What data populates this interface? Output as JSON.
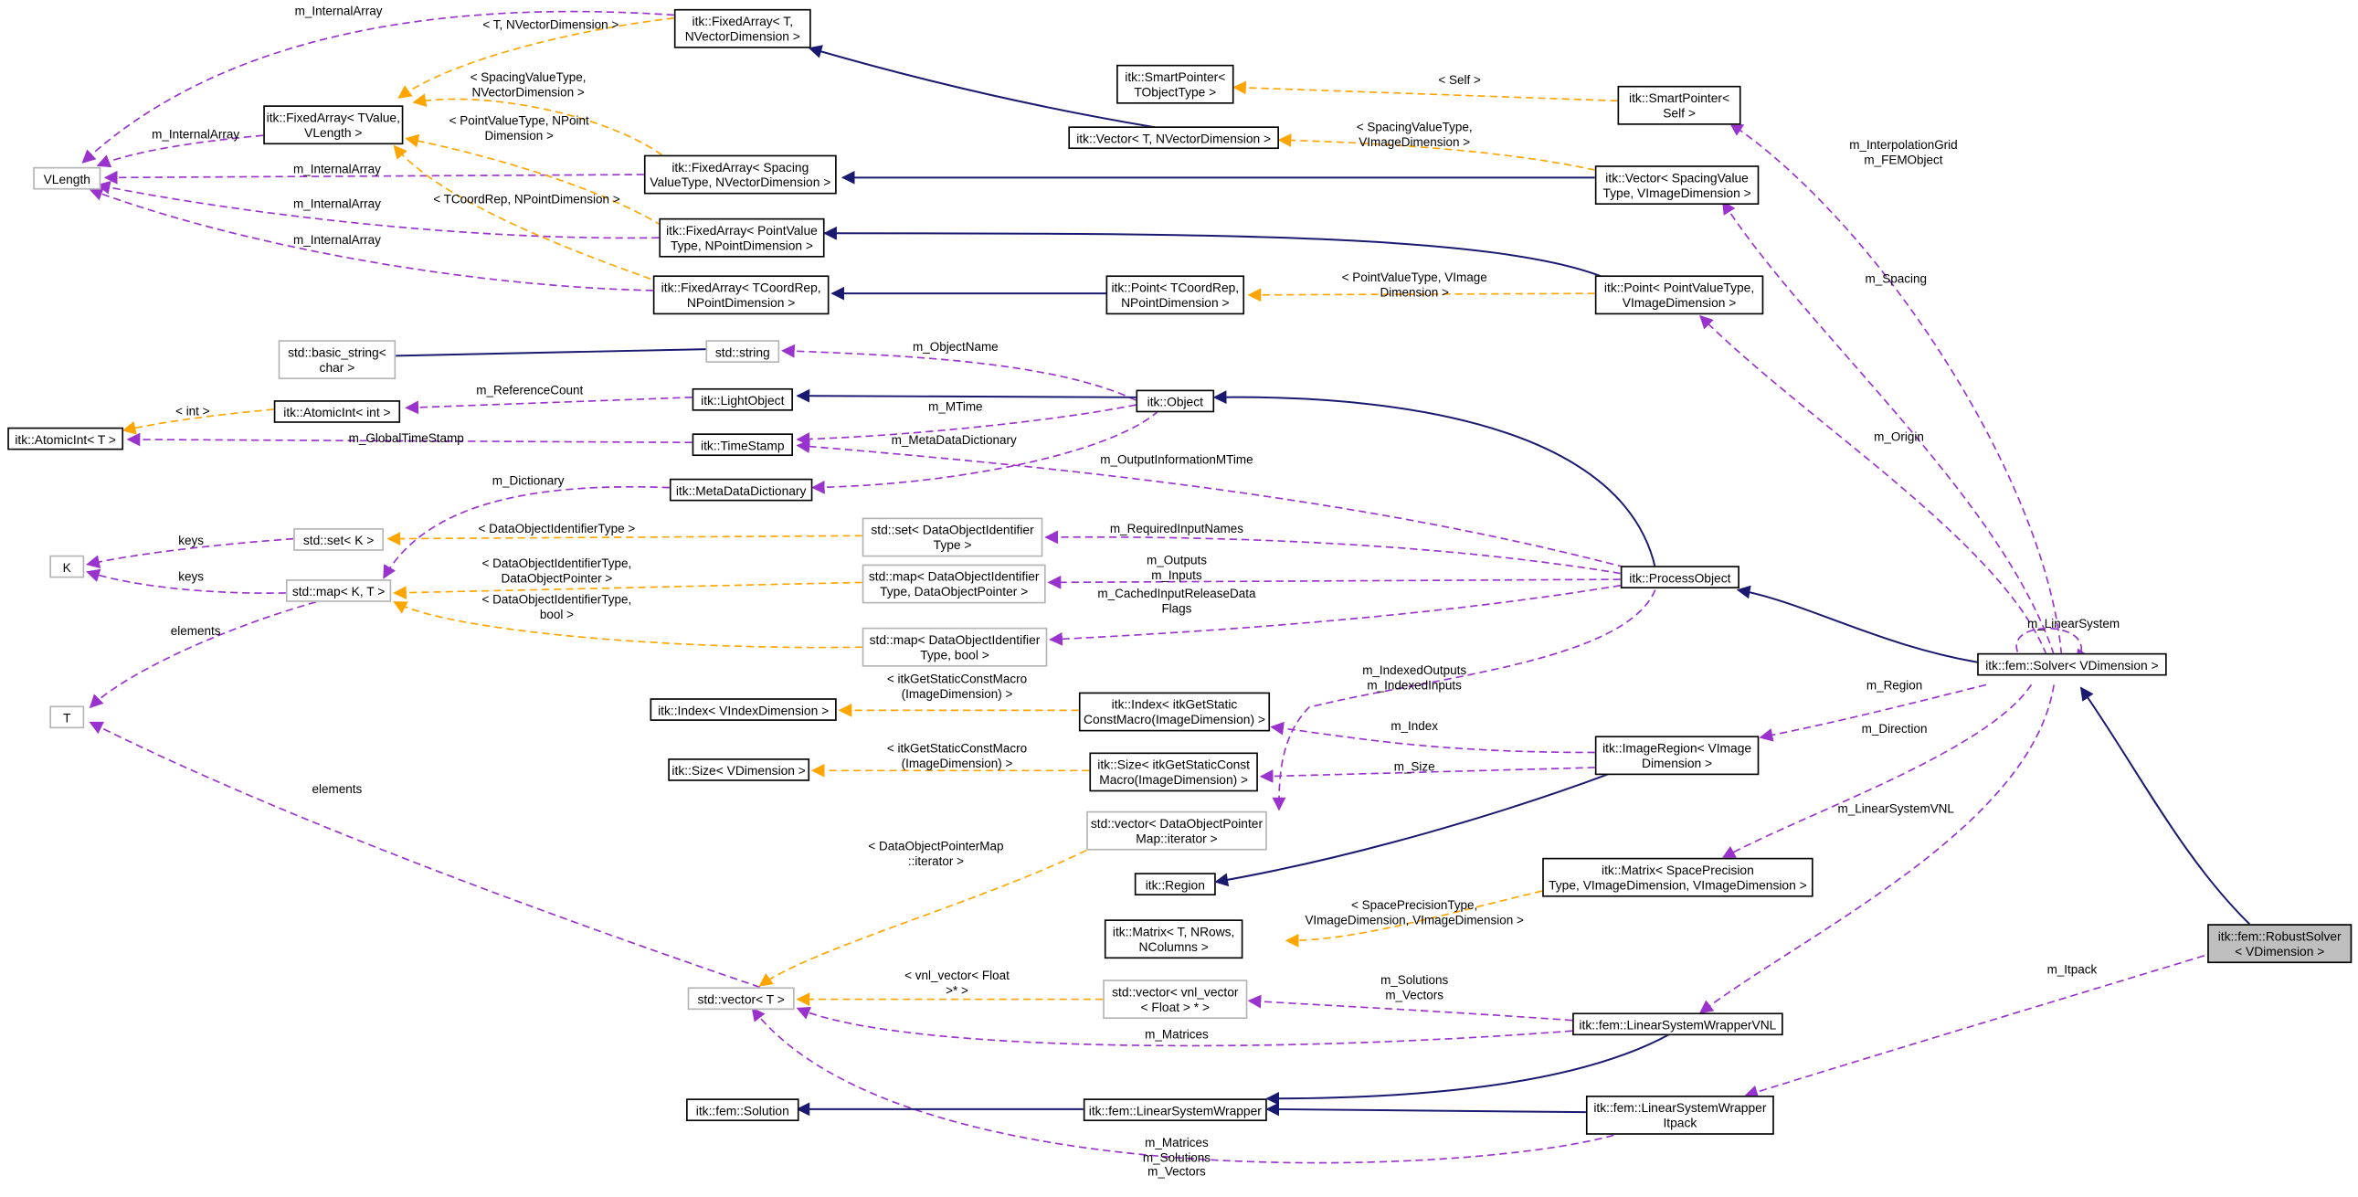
{
  "colors": {
    "inherit_edge": "#191970",
    "member_edge": "#9a32cd",
    "template_edge": "#ffa500",
    "node_border": "#000000",
    "node_border_external": "#b4b4b4",
    "focus_fill": "#bfbfbf"
  },
  "nodes": [
    {
      "id": "fixedarray-t",
      "lines": [
        "itk::FixedArray< T,",
        "NVectorDimension >"
      ]
    },
    {
      "id": "fixedarray-tvalue",
      "lines": [
        "itk::FixedArray< TValue,",
        "VLength >"
      ]
    },
    {
      "id": "vlength",
      "lines": [
        "VLength"
      ]
    },
    {
      "id": "smartpointer-tobject",
      "lines": [
        "itk::SmartPointer<",
        "TObjectType >"
      ]
    },
    {
      "id": "smartpointer-self",
      "lines": [
        "itk::SmartPointer<",
        "Self >"
      ]
    },
    {
      "id": "vector-t",
      "lines": [
        "itk::Vector< T, NVectorDimension >"
      ]
    },
    {
      "id": "fixedarray-spacing",
      "lines": [
        "itk::FixedArray< Spacing",
        "ValueType, NVectorDimension >"
      ]
    },
    {
      "id": "vector-spacing",
      "lines": [
        "itk::Vector< SpacingValue",
        "Type, VImageDimension >"
      ]
    },
    {
      "id": "fixedarray-point",
      "lines": [
        "itk::FixedArray< PointValue",
        "Type, NPointDimension >"
      ]
    },
    {
      "id": "fixedarray-tcoord",
      "lines": [
        "itk::FixedArray< TCoordRep,",
        "NPointDimension >"
      ]
    },
    {
      "id": "point-tcoord",
      "lines": [
        "itk::Point< TCoordRep,",
        "NPointDimension >"
      ]
    },
    {
      "id": "point-pointvalue",
      "lines": [
        "itk::Point< PointValueType,",
        "VImageDimension >"
      ]
    },
    {
      "id": "basic-string",
      "lines": [
        "std::basic_string<",
        "char >"
      ]
    },
    {
      "id": "std-string",
      "lines": [
        "std::string"
      ]
    },
    {
      "id": "atomicint-int",
      "lines": [
        "itk::AtomicInt< int >"
      ]
    },
    {
      "id": "lightobject",
      "lines": [
        "itk::LightObject"
      ]
    },
    {
      "id": "object",
      "lines": [
        "itk::Object"
      ]
    },
    {
      "id": "atomicint-t",
      "lines": [
        "itk::AtomicInt< T >"
      ]
    },
    {
      "id": "timestamp",
      "lines": [
        "itk::TimeStamp"
      ]
    },
    {
      "id": "metadatadictionary",
      "lines": [
        "itk::MetaDataDictionary"
      ]
    },
    {
      "id": "set-k",
      "lines": [
        "std::set< K >"
      ]
    },
    {
      "id": "set-dataobject",
      "lines": [
        "std::set< DataObjectIdentifier",
        "Type >"
      ]
    },
    {
      "id": "k",
      "lines": [
        "K"
      ]
    },
    {
      "id": "map-kt",
      "lines": [
        "std::map< K, T >"
      ]
    },
    {
      "id": "map-dataobject-pointer",
      "lines": [
        "std::map< DataObjectIdentifier",
        "Type, DataObjectPointer >"
      ]
    },
    {
      "id": "processobject",
      "lines": [
        "itk::ProcessObject"
      ]
    },
    {
      "id": "map-dataobject-bool",
      "lines": [
        "std::map< DataObjectIdentifier",
        "Type, bool >"
      ]
    },
    {
      "id": "solver",
      "lines": [
        "itk::fem::Solver< VDimension >"
      ]
    },
    {
      "id": "t",
      "lines": [
        "T"
      ]
    },
    {
      "id": "index-v",
      "lines": [
        "itk::Index< VIndexDimension >"
      ]
    },
    {
      "id": "index-itk",
      "lines": [
        "itk::Index< itkGetStatic",
        "ConstMacro(ImageDimension) >"
      ]
    },
    {
      "id": "imageregion",
      "lines": [
        "itk::ImageRegion< VImage",
        "Dimension >"
      ]
    },
    {
      "id": "size-v",
      "lines": [
        "itk::Size< VDimension >"
      ]
    },
    {
      "id": "size-itk",
      "lines": [
        "itk::Size< itkGetStaticConst",
        "Macro(ImageDimension) >"
      ]
    },
    {
      "id": "vector-dataobjectmap",
      "lines": [
        "std::vector< DataObjectPointer",
        "Map::iterator >"
      ]
    },
    {
      "id": "region",
      "lines": [
        "itk::Region"
      ]
    },
    {
      "id": "matrix-space",
      "lines": [
        "itk::Matrix< SpacePrecision",
        "Type, VImageDimension, VImageDimension >"
      ]
    },
    {
      "id": "matrix-t",
      "lines": [
        "itk::Matrix< T, NRows,",
        "NColumns >"
      ]
    },
    {
      "id": "robustsolver",
      "lines": [
        "itk::fem::RobustSolver",
        "< VDimension >"
      ]
    },
    {
      "id": "vector-t-std",
      "lines": [
        "std::vector< T >"
      ]
    },
    {
      "id": "vector-vnl",
      "lines": [
        "std::vector< vnl_vector",
        "< Float > * >"
      ]
    },
    {
      "id": "linearsystemwrapper-vnl",
      "lines": [
        "itk::fem::LinearSystemWrapperVNL"
      ]
    },
    {
      "id": "solution",
      "lines": [
        "itk::fem::Solution"
      ]
    },
    {
      "id": "linearsystemwrapper",
      "lines": [
        "itk::fem::LinearSystemWrapper"
      ]
    },
    {
      "id": "linearsystemwrapper-itpack",
      "lines": [
        "itk::fem::LinearSystemWrapper",
        "Itpack"
      ]
    }
  ],
  "edge_labels": [
    {
      "id": "m-internalarray-1",
      "lines": [
        "m_InternalArray"
      ]
    },
    {
      "id": "t-nvector",
      "lines": [
        "< T, NVectorDimension >"
      ]
    },
    {
      "id": "m-internalarray-2",
      "lines": [
        "m_InternalArray"
      ]
    },
    {
      "id": "spacing-nvector",
      "lines": [
        "< SpacingValueType,",
        "NVectorDimension >"
      ]
    },
    {
      "id": "self",
      "lines": [
        "< Self >"
      ]
    },
    {
      "id": "m-internalarray-3",
      "lines": [
        "m_InternalArray"
      ]
    },
    {
      "id": "pointvalue-npoint",
      "lines": [
        "< PointValueType, NPoint",
        "Dimension >"
      ]
    },
    {
      "id": "spacing-vimage",
      "lines": [
        "< SpacingValueType,",
        "VImageDimension >"
      ]
    },
    {
      "id": "interpolationgrid",
      "lines": [
        "m_InterpolationGrid",
        "m_FEMObject"
      ]
    },
    {
      "id": "m-internalarray-4",
      "lines": [
        "m_InternalArray"
      ]
    },
    {
      "id": "tcoord-npoint",
      "lines": [
        "< TCoordRep, NPointDimension >"
      ]
    },
    {
      "id": "m-internalarray-5",
      "lines": [
        "m_InternalArray"
      ]
    },
    {
      "id": "m-spacing",
      "lines": [
        "m_Spacing"
      ]
    },
    {
      "id": "pointvalue-vimage",
      "lines": [
        "< PointValueType, VImage",
        "Dimension >"
      ]
    },
    {
      "id": "m-objectname",
      "lines": [
        "m_ObjectName"
      ]
    },
    {
      "id": "m-referencecount",
      "lines": [
        "m_ReferenceCount"
      ]
    },
    {
      "id": "int",
      "lines": [
        "< int >"
      ]
    },
    {
      "id": "m-mtime",
      "lines": [
        "m_MTime"
      ]
    },
    {
      "id": "m-globaltimestamp",
      "lines": [
        "m_GlobalTimeStamp"
      ]
    },
    {
      "id": "m-metadatadictionary",
      "lines": [
        "m_MetaDataDictionary"
      ]
    },
    {
      "id": "m-origin",
      "lines": [
        "m_Origin"
      ]
    },
    {
      "id": "m-outputinformationmtime",
      "lines": [
        "m_OutputInformationMTime"
      ]
    },
    {
      "id": "m-dictionary",
      "lines": [
        "m_Dictionary"
      ]
    },
    {
      "id": "keys-1",
      "lines": [
        "keys"
      ]
    },
    {
      "id": "dataobjectidentifiertype",
      "lines": [
        "< DataObjectIdentifierType >"
      ]
    },
    {
      "id": "m-requiredinputnames",
      "lines": [
        "m_RequiredInputNames"
      ]
    },
    {
      "id": "keys-2",
      "lines": [
        "keys"
      ]
    },
    {
      "id": "dataobjectidentifier-pointer",
      "lines": [
        "< DataObjectIdentifierType,",
        "DataObjectPointer >"
      ]
    },
    {
      "id": "m-outputs",
      "lines": [
        "m_Outputs",
        "m_Inputs"
      ]
    },
    {
      "id": "dataobjectidentifier-bool",
      "lines": [
        "< DataObjectIdentifierType,",
        "bool >"
      ]
    },
    {
      "id": "m-cachedinputreleasedata",
      "lines": [
        "m_CachedInputReleaseData",
        "Flags"
      ]
    },
    {
      "id": "elements-1",
      "lines": [
        "elements"
      ]
    },
    {
      "id": "m-linearsystem",
      "lines": [
        "m_LinearSystem"
      ]
    },
    {
      "id": "m-indexedoutputs",
      "lines": [
        "m_IndexedOutputs",
        "m_IndexedInputs"
      ]
    },
    {
      "id": "getstatic-1",
      "lines": [
        "< itkGetStaticConstMacro",
        "(ImageDimension) >"
      ]
    },
    {
      "id": "m-region",
      "lines": [
        "m_Region"
      ]
    },
    {
      "id": "m-index",
      "lines": [
        "m_Index"
      ]
    },
    {
      "id": "m-direction",
      "lines": [
        "m_Direction"
      ]
    },
    {
      "id": "getstatic-2",
      "lines": [
        "< itkGetStaticConstMacro",
        "(ImageDimension) >"
      ]
    },
    {
      "id": "m-size",
      "lines": [
        "m_Size"
      ]
    },
    {
      "id": "elements-2",
      "lines": [
        "elements"
      ]
    },
    {
      "id": "m-linearsystemvnl",
      "lines": [
        "m_LinearSystemVNL"
      ]
    },
    {
      "id": "dataobjectpointermap",
      "lines": [
        "< DataObjectPointerMap",
        "::iterator >"
      ]
    },
    {
      "id": "spaceprecision",
      "lines": [
        "< SpacePrecisionType,",
        "VImageDimension, VImageDimension >"
      ]
    },
    {
      "id": "m-itpack",
      "lines": [
        "m_Itpack"
      ]
    },
    {
      "id": "vnl-vector",
      "lines": [
        "< vnl_vector< Float",
        ">* >"
      ]
    },
    {
      "id": "m-solutions",
      "lines": [
        "m_Solutions",
        "m_Vectors"
      ]
    },
    {
      "id": "m-matrices-1",
      "lines": [
        "m_Matrices"
      ]
    },
    {
      "id": "m-matrices-2",
      "lines": [
        "m_Matrices",
        "m_Solutions",
        "m_Vectors"
      ]
    }
  ]
}
